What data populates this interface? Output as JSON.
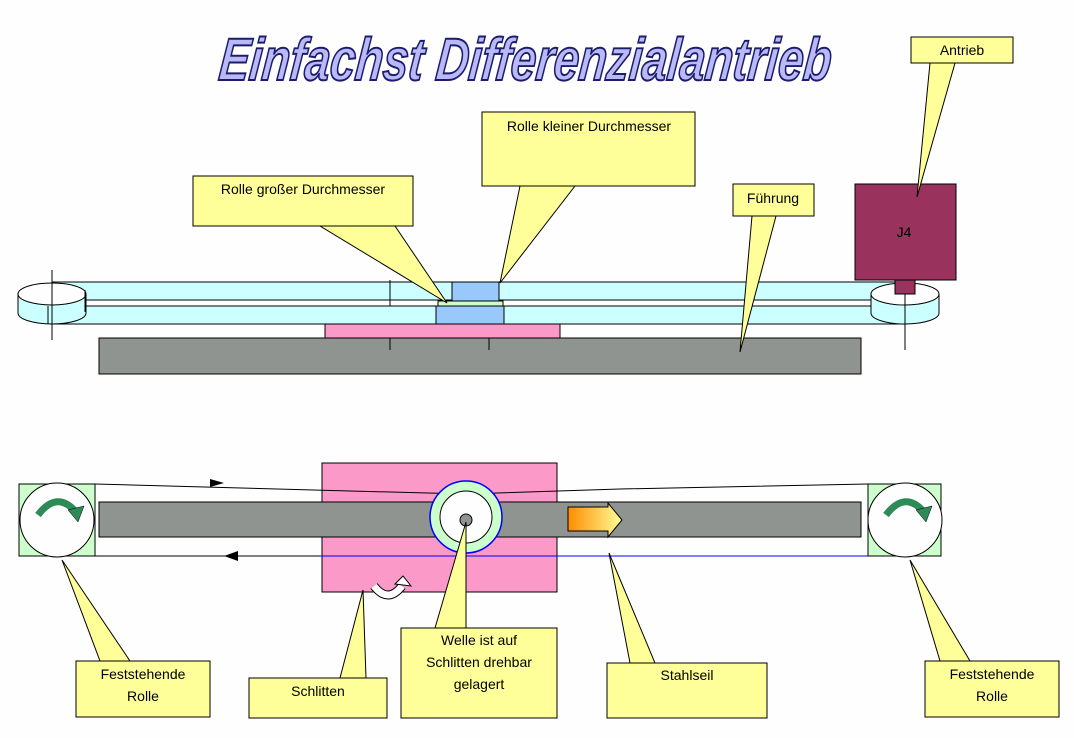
{
  "title": "Einfachst Differenzialantrieb",
  "colors": {
    "belt": "#ccffff",
    "guide": "#8f9490",
    "slide": "#fb99c9",
    "roller_block": "#99c9fb",
    "drive": "#99335e",
    "callout": "#ffff99",
    "roller_bg": "#ccffcc",
    "cable_lower": "#0000ff"
  },
  "top_view": {
    "drive_label": "J4",
    "callouts": {
      "drive": "Antrieb",
      "small_roller": "Rolle kleiner Durchmesser",
      "large_roller": "Rolle großer Durchmesser",
      "guide": "Führung"
    }
  },
  "bottom_view": {
    "callouts": {
      "fixed_roller_left": [
        "Feststehende",
        "Rolle"
      ],
      "slide": "Schlitten",
      "shaft": [
        "Welle ist auf",
        "Schlitten drehbar",
        "gelagert"
      ],
      "cable": "Stahlseil",
      "fixed_roller_right": [
        "Feststehende",
        "Rolle"
      ]
    }
  }
}
